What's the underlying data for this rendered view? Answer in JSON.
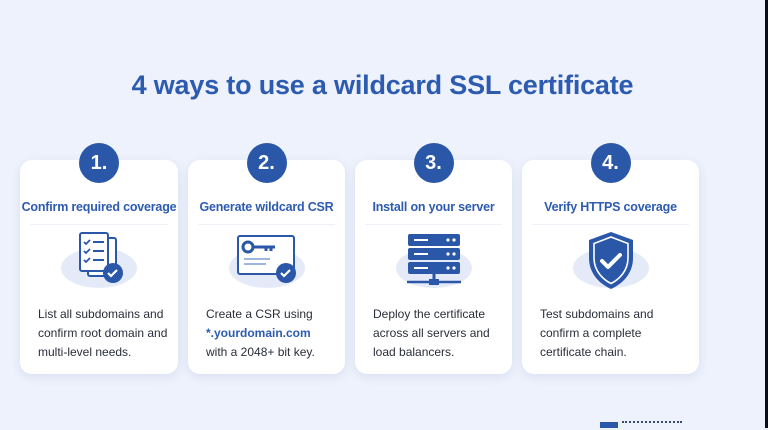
{
  "title": "4 ways to use a wildcard SSL certificate",
  "colors": {
    "background": "#eef2fc",
    "accent": "#2b57a8",
    "title": "#2c5bb0",
    "card": "#ffffff",
    "body_text": "#2a2e3a"
  },
  "steps": [
    {
      "number": "1.",
      "title": "Confirm required coverage",
      "icon": "checklist-document-icon",
      "description": "List all subdomains and confirm root domain and multi-level needs."
    },
    {
      "number": "2.",
      "title": "Generate wildcard CSR",
      "icon": "key-certificate-icon",
      "description_before": "Create a CSR using",
      "description_highlight": "*.yourdomain.com",
      "description_after": "with a 2048+ bit key."
    },
    {
      "number": "3.",
      "title": "Install on your server",
      "icon": "server-rack-icon",
      "description": "Deploy the certificate across all servers and load balancers."
    },
    {
      "number": "4.",
      "title": "Verify HTTPS coverage",
      "icon": "shield-check-icon",
      "description": "Test subdomains and confirm a complete certificate chain."
    }
  ]
}
